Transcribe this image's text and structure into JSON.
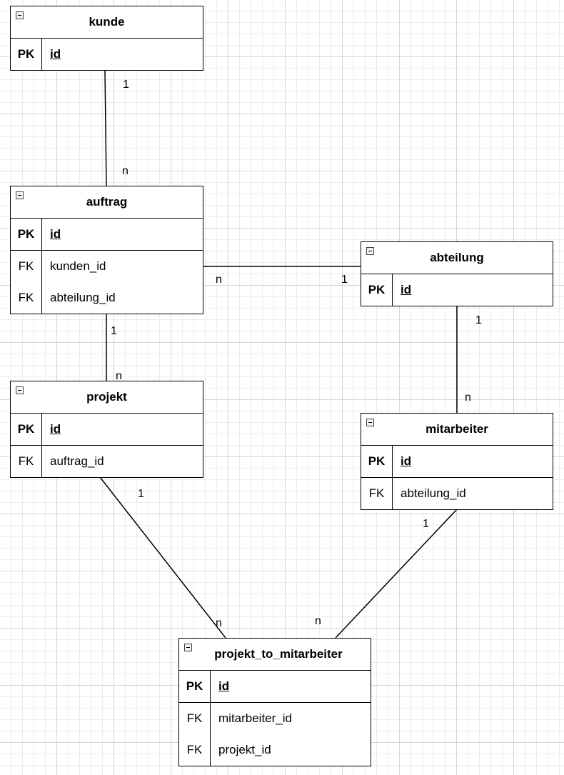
{
  "tables": {
    "kunde": {
      "title": "kunde",
      "pk": {
        "key": "PK",
        "field": "id"
      },
      "fks": []
    },
    "auftrag": {
      "title": "auftrag",
      "pk": {
        "key": "PK",
        "field": "id"
      },
      "fks": [
        {
          "key": "FK",
          "field": "kunden_id"
        },
        {
          "key": "FK",
          "field": "abteilung_id"
        }
      ]
    },
    "abteilung": {
      "title": "abteilung",
      "pk": {
        "key": "PK",
        "field": "id"
      },
      "fks": []
    },
    "projekt": {
      "title": "projekt",
      "pk": {
        "key": "PK",
        "field": "id"
      },
      "fks": [
        {
          "key": "FK",
          "field": "auftrag_id"
        }
      ]
    },
    "mitarbeiter": {
      "title": "mitarbeiter",
      "pk": {
        "key": "PK",
        "field": "id"
      },
      "fks": [
        {
          "key": "FK",
          "field": "abteilung_id"
        }
      ]
    },
    "projekt_to_mitarbeiter": {
      "title": "projekt_to_mitarbeiter",
      "pk": {
        "key": "PK",
        "field": "id"
      },
      "fks": [
        {
          "key": "FK",
          "field": "mitarbeiter_id"
        },
        {
          "key": "FK",
          "field": "projekt_id"
        }
      ]
    }
  },
  "relations": [
    {
      "from": "kunde",
      "to": "auftrag",
      "from_card": "1",
      "to_card": "n"
    },
    {
      "from": "abteilung",
      "to": "auftrag",
      "from_card": "1",
      "to_card": "n"
    },
    {
      "from": "auftrag",
      "to": "projekt",
      "from_card": "1",
      "to_card": "n"
    },
    {
      "from": "abteilung",
      "to": "mitarbeiter",
      "from_card": "1",
      "to_card": "n"
    },
    {
      "from": "projekt",
      "to": "projekt_to_mitarbeiter",
      "from_card": "1",
      "to_card": "n"
    },
    {
      "from": "mitarbeiter",
      "to": "projekt_to_mitarbeiter",
      "from_card": "1",
      "to_card": "n"
    }
  ]
}
